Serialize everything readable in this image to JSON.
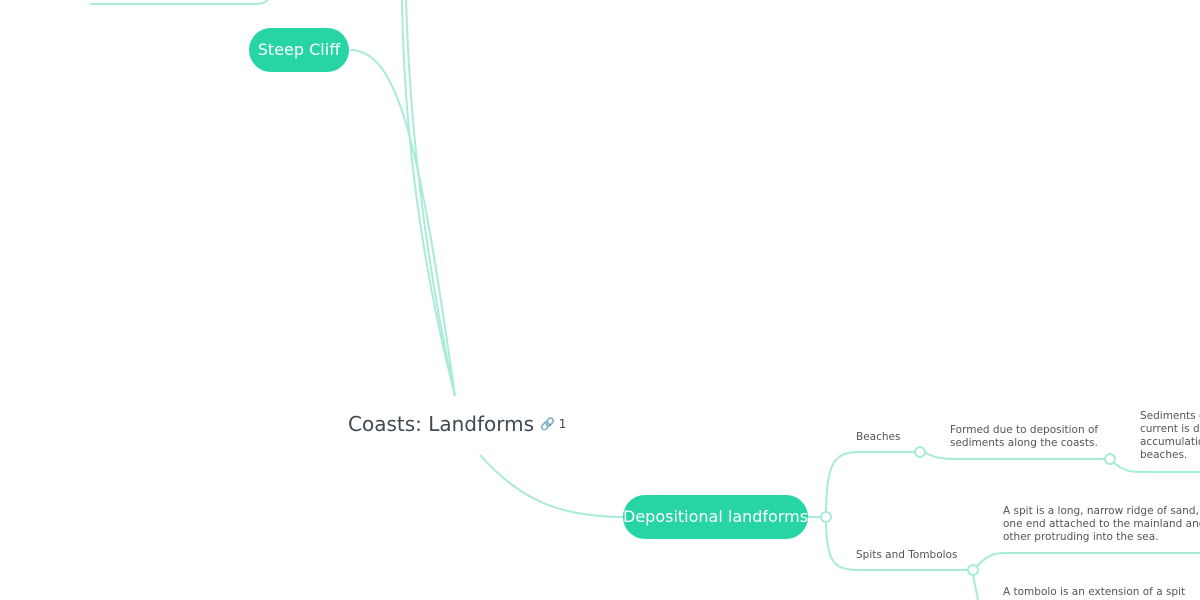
{
  "root": {
    "title": "Coasts: Landforms",
    "link_icon": "link-icon",
    "link_count": "1"
  },
  "nodes": {
    "steep_cliff": "Steep Cliff",
    "depositional": "Depositional landforms"
  },
  "branches": {
    "beaches": "Beaches",
    "beaches_desc": [
      "Formed due to deposition of",
      "sediments along the coasts."
    ],
    "beaches_more": [
      "Sediments c",
      "current is de",
      "accumulatio",
      "beaches."
    ],
    "spits": "Spits and Tombolos",
    "spit_desc": [
      "A spit is a long, narrow ridge of sand, with",
      "one end attached to the mainland and the",
      "other protruding into the sea."
    ],
    "tombolo_desc": "A tombolo is an extension of a spit"
  },
  "colors": {
    "node": "#26d4a4",
    "line": "#a8ecd8",
    "text": "#3f4a52"
  }
}
